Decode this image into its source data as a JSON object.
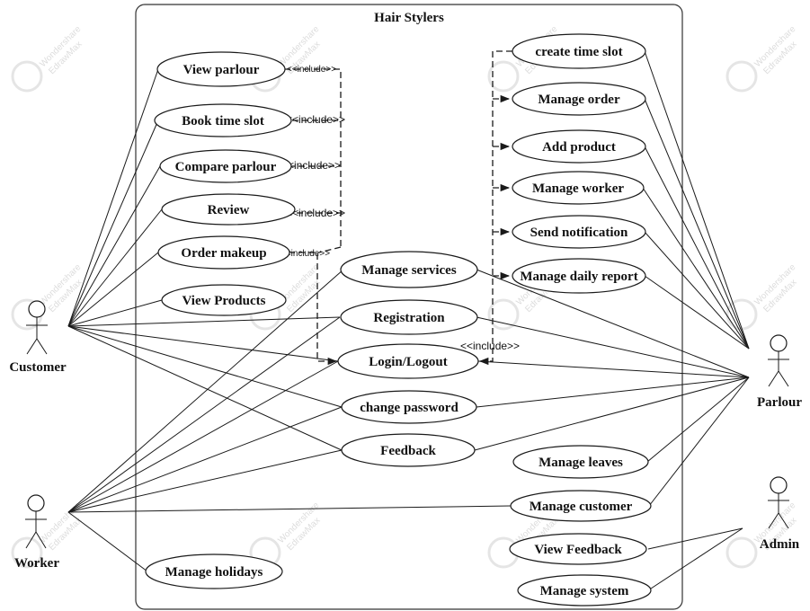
{
  "system": {
    "title": "Hair Stylers"
  },
  "actors": {
    "customer": "Customer",
    "worker": "Worker",
    "parlour": "Parlour",
    "admin": "Admin"
  },
  "use_cases": {
    "view_parlour": "View parlour",
    "book_time_slot": "Book time slot",
    "compare_parlour": "Compare parlour",
    "review": "Review",
    "order_makeup": "Order makeup",
    "view_products": "View Products",
    "manage_services": "Manage services",
    "registration": "Registration",
    "login_logout": "Login/Logout",
    "change_password": "change password",
    "feedback": "Feedback",
    "manage_holidays": "Manage holidays",
    "create_time_slot": "create time slot",
    "manage_order": "Manage order",
    "add_product": "Add product",
    "manage_worker": "Manage worker",
    "send_notification": "Send notification",
    "manage_daily_report": "Manage daily report",
    "manage_leaves": "Manage leaves",
    "manage_customer": "Manage customer",
    "view_feedback": "View Feedback",
    "manage_system": "Manage system"
  },
  "include_labels": {
    "view_parlour": "<<include>>",
    "book_time_slot": "<<include>>",
    "compare_parlour": "<<include>>",
    "review": "<<include>>",
    "order_makeup": "<<include>>",
    "login_logout": "<<include>>"
  },
  "watermark": {
    "line1": "Wondershare",
    "line2": "EdrawMax"
  }
}
